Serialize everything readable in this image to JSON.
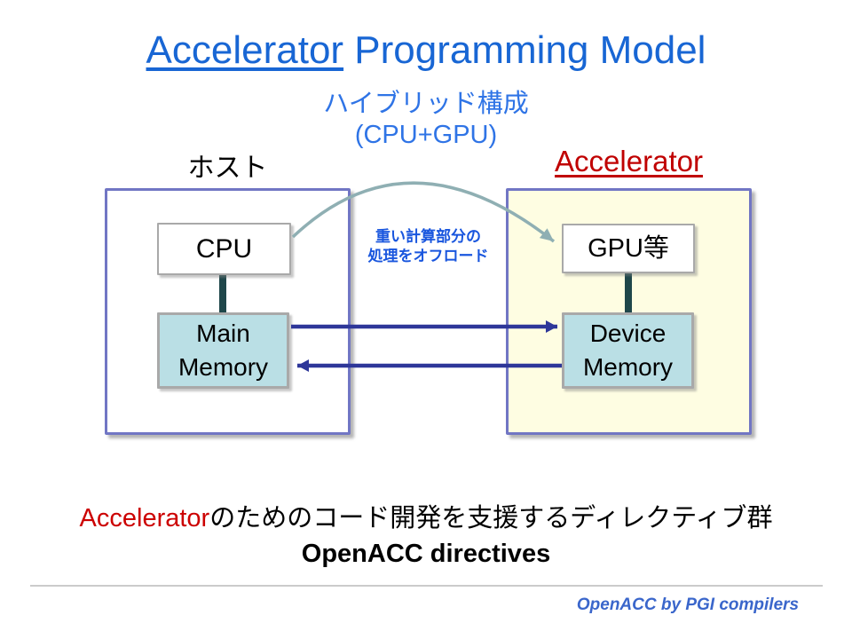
{
  "title": {
    "highlight": "Accelerator",
    "rest": " Programming Model"
  },
  "subtitle": {
    "line1": "ハイブリッド構成",
    "line2": "(CPU+GPU)"
  },
  "host": {
    "label": "ホスト",
    "cpu_label": "CPU",
    "memory_line1": "Main",
    "memory_line2": "Memory"
  },
  "accelerator": {
    "label": "Accelerator",
    "gpu_label": "GPU等",
    "memory_line1": "Device",
    "memory_line2": "Memory"
  },
  "offload_note": {
    "line1": "重い計算部分の",
    "line2": "処理をオフロード"
  },
  "bottom": {
    "highlight": "Accelerator",
    "rest": "のためのコード開発を支援するディレクティブ群",
    "subline": "OpenACC directives"
  },
  "footer": {
    "credit": "OpenACC by PGI compilers"
  },
  "colors": {
    "title_blue": "#1866d4",
    "subtitle_blue": "#2f74e6",
    "note_blue": "#1956de",
    "accent_red": "#c00000",
    "box_border_purple": "#7176c4",
    "accel_fill_yellow": "#fefde2",
    "memory_fill_cyan": "#badfe5",
    "connector_teal": "#1f474a",
    "transfer_arrow_navy": "#2e3799",
    "offload_arrow_steel": "#8fafb3",
    "footer_blue": "#3a66cb"
  }
}
